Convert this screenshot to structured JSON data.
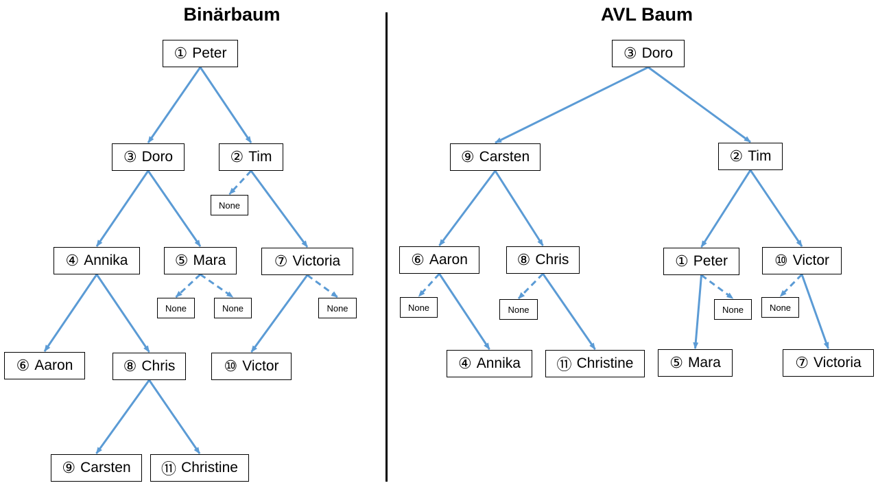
{
  "titles": {
    "left": "Binärbaum",
    "right": "AVL Baum"
  },
  "colors": {
    "edge": "#5b9bd5",
    "border": "#000000",
    "divider": "#000000"
  },
  "none_label": "None",
  "binary_tree": {
    "nodes": {
      "peter": {
        "num": "①",
        "name": "Peter"
      },
      "doro": {
        "num": "③",
        "name": "Doro"
      },
      "tim": {
        "num": "②",
        "name": "Tim"
      },
      "annika": {
        "num": "④",
        "name": "Annika"
      },
      "mara": {
        "num": "⑤",
        "name": "Mara"
      },
      "victoria": {
        "num": "⑦",
        "name": "Victoria"
      },
      "aaron": {
        "num": "⑥",
        "name": "Aaron"
      },
      "chris": {
        "num": "⑧",
        "name": "Chris"
      },
      "victor": {
        "num": "⑩",
        "name": "Victor"
      },
      "carsten": {
        "num": "⑨",
        "name": "Carsten"
      },
      "christine": {
        "num": "⑪",
        "name": "Christine"
      }
    },
    "edges": [
      [
        "peter",
        "doro",
        false
      ],
      [
        "peter",
        "tim",
        false
      ],
      [
        "doro",
        "annika",
        false
      ],
      [
        "doro",
        "mara",
        false
      ],
      [
        "tim",
        "tim-none",
        true
      ],
      [
        "tim",
        "victoria",
        false
      ],
      [
        "annika",
        "aaron",
        false
      ],
      [
        "annika",
        "chris",
        false
      ],
      [
        "mara",
        "mara-none-l",
        true
      ],
      [
        "mara",
        "mara-none-r",
        true
      ],
      [
        "victoria",
        "victor",
        false
      ],
      [
        "victoria",
        "victoria-none",
        true
      ],
      [
        "chris",
        "carsten",
        false
      ],
      [
        "chris",
        "christine",
        false
      ]
    ]
  },
  "avl_tree": {
    "nodes": {
      "doro": {
        "num": "③",
        "name": "Doro"
      },
      "carsten": {
        "num": "⑨",
        "name": "Carsten"
      },
      "tim": {
        "num": "②",
        "name": "Tim"
      },
      "aaron": {
        "num": "⑥",
        "name": "Aaron"
      },
      "chris": {
        "num": "⑧",
        "name": "Chris"
      },
      "peter": {
        "num": "①",
        "name": "Peter"
      },
      "victor": {
        "num": "⑩",
        "name": "Victor"
      },
      "annika": {
        "num": "④",
        "name": "Annika"
      },
      "christine": {
        "num": "⑪",
        "name": "Christine"
      },
      "mara": {
        "num": "⑤",
        "name": "Mara"
      },
      "victoria": {
        "num": "⑦",
        "name": "Victoria"
      }
    },
    "edges": [
      [
        "doro",
        "carsten",
        false
      ],
      [
        "doro",
        "tim",
        false
      ],
      [
        "carsten",
        "aaron",
        false
      ],
      [
        "carsten",
        "chris",
        false
      ],
      [
        "tim",
        "peter",
        false
      ],
      [
        "tim",
        "victor",
        false
      ],
      [
        "aaron",
        "aaron-none",
        true
      ],
      [
        "aaron",
        "annika",
        false
      ],
      [
        "chris",
        "chris-none",
        true
      ],
      [
        "chris",
        "christine",
        false
      ],
      [
        "peter",
        "mara",
        false
      ],
      [
        "peter",
        "peter-none",
        true
      ],
      [
        "victor",
        "victor-none",
        true
      ],
      [
        "victor",
        "victoria",
        false
      ]
    ]
  }
}
